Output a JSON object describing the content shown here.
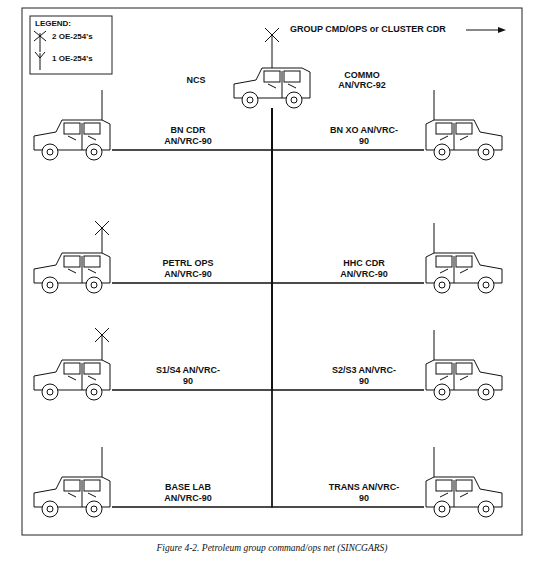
{
  "diagram": {
    "caption": "Figure 4-2.  Petroleum group command/ops net (SINCGARS)",
    "nodes": [
      {
        "text": [
          "NCS",
          "COMMO AN/VRC-92"
        ]
      },
      {
        "text": [
          "BN CDR AN/VRC-90"
        ]
      },
      {
        "text": [
          "BN XO AN/VRC-90"
        ]
      },
      {
        "text": [
          "PETRL OPS AN/VRC-90"
        ]
      },
      {
        "text": [
          "HHC CDR AN/VRC-90"
        ]
      },
      {
        "text": [
          "S1/S4 AN/VRC-90"
        ]
      },
      {
        "text": [
          "S2/S3 AN/VRC-90"
        ]
      },
      {
        "text": [
          "BASE LAB AN/VRC-90"
        ]
      },
      {
        "text": [
          "TRANS AN/VRC-90"
        ]
      }
    ],
    "edges": [
      {
        "from": 1,
        "to": 0,
        "arrow": "none"
      },
      {
        "from": 2,
        "to": 0,
        "arrow": "none"
      },
      {
        "from": 3,
        "to": 0,
        "arrow": "none"
      },
      {
        "from": 4,
        "to": 0,
        "arrow": "none"
      },
      {
        "from": 5,
        "to": 0,
        "arrow": "none"
      },
      {
        "from": 6,
        "to": 0,
        "arrow": "none"
      },
      {
        "from": 7,
        "to": 0,
        "arrow": "none"
      },
      {
        "from": 8,
        "to": 0,
        "arrow": "none"
      }
    ],
    "labels": [
      "LEGEND:",
      "GROUP CMD/OPS or CLUSTER CDR"
    ],
    "legend": [
      {
        "text": "2 OE-254's"
      },
      {
        "text": "1 OE-254's"
      }
    ]
  }
}
